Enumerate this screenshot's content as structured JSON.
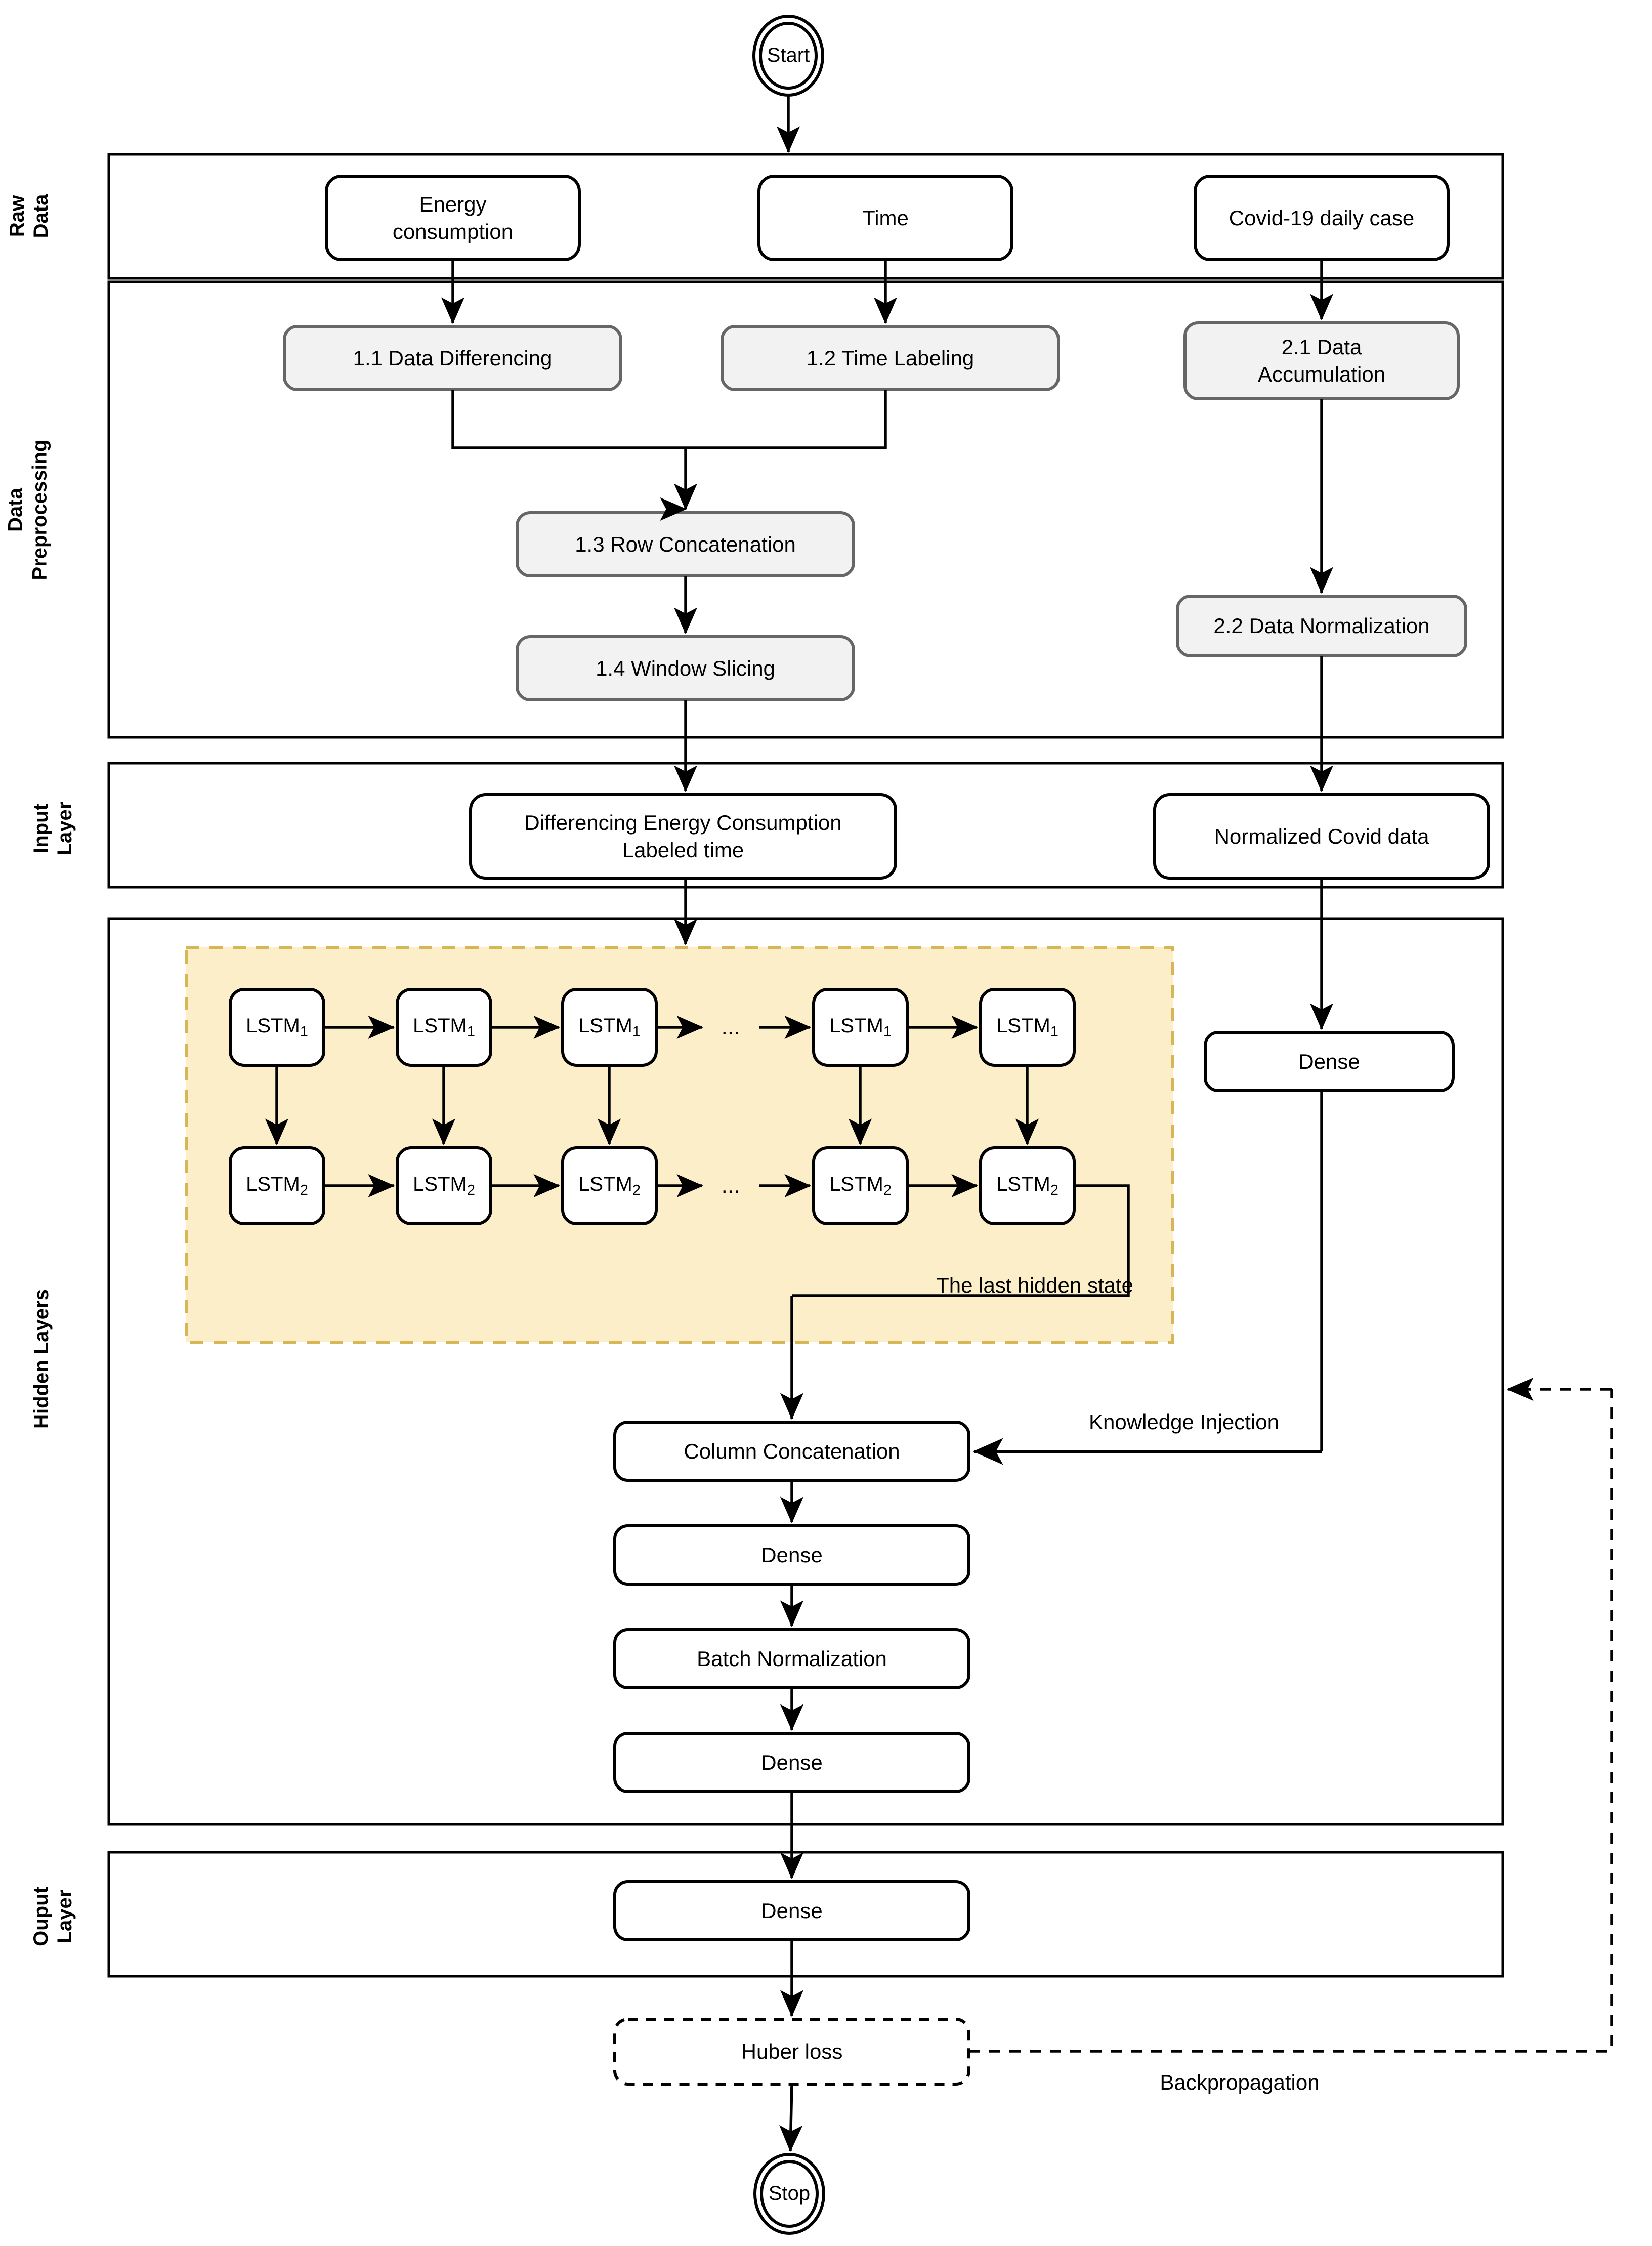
{
  "diagram": {
    "title": "LSTM energy-consumption forecasting pipeline with Covid-19 knowledge injection",
    "colors": {
      "stroke": "#000000",
      "process_fill": "#f2f2f2",
      "process_stroke": "#666666",
      "lstm_region_fill": "#fdeeca",
      "lstm_region_stroke": "#d6b656",
      "background": "#ffffff"
    }
  },
  "swimlanes": [
    {
      "id": "raw-data",
      "label": "Raw Data"
    },
    {
      "id": "data-preprocessing",
      "label": "Data\nPreprocessing"
    },
    {
      "id": "input-layer",
      "label": "Input\nLayer"
    },
    {
      "id": "hidden-layers",
      "label": "Hidden Layers"
    },
    {
      "id": "output-layer",
      "label": "Ouput\nLayer"
    }
  ],
  "terminals": {
    "start": "Start",
    "stop": "Stop"
  },
  "raw_data": {
    "energy": "Energy\nconsumption",
    "time": "Time",
    "covid": "Covid-19 daily case"
  },
  "preprocessing": {
    "step_1_1": "1.1 Data Differencing",
    "step_1_2": "1.2 Time Labeling",
    "step_1_3": "1.3 Row Concatenation",
    "step_1_4": "1.4 Window Slicing",
    "step_2_1": "2.1 Data\nAccumulation",
    "step_2_2": "2.2 Data Normalization"
  },
  "input_layer": {
    "energy_input": "Differencing Energy Consumption\nLabeled time",
    "covid_input": "Normalized Covid data"
  },
  "hidden_layers": {
    "lstm_row_1": [
      "LSTM|1",
      "LSTM|1",
      "LSTM|1",
      "LSTM|1",
      "LSTM|1"
    ],
    "lstm_row_2": [
      "LSTM|2",
      "LSTM|2",
      "LSTM|2",
      "LSTM|2",
      "LSTM|2"
    ],
    "ellipsis": "...",
    "last_hidden_state_label": "The last hidden state",
    "covid_dense": "Dense",
    "column_concatenation": "Column Concatenation",
    "knowledge_injection_label": "Knowledge Injection",
    "dense_1": "Dense",
    "batch_normalization": "Batch Normalization",
    "dense_2": "Dense"
  },
  "output_layer": {
    "dense_out": "Dense"
  },
  "loss": {
    "huber": "Huber loss",
    "backpropagation_label": "Backpropagation"
  }
}
